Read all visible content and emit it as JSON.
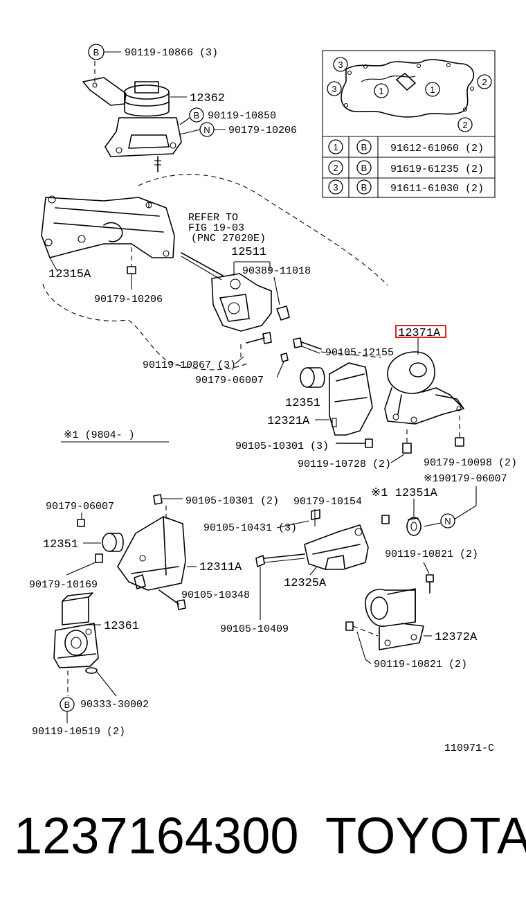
{
  "diagram": {
    "highlight_color": "#e0201b",
    "figure_code": "110971-C",
    "refer_note": [
      "REFER TO",
      "FIG 19-03",
      "(PNC 27020E)"
    ],
    "note_1": "※1 (9804-        )",
    "legend_table": {
      "rows": [
        {
          "num": "1",
          "letter": "B",
          "part": "91612-61060 (2)"
        },
        {
          "num": "2",
          "letter": "B",
          "part": "91619-61235 (2)"
        },
        {
          "num": "3",
          "letter": "B",
          "part": "91611-61030 (2)"
        }
      ],
      "inset_markers": [
        "3",
        "3",
        "1",
        "1",
        "2",
        "2"
      ]
    },
    "labels": {
      "l_90119_10866": "90119-10866 (3)",
      "l_12362": "12362",
      "l_90119_10850": "90119-10850",
      "l_90179_10206_top": "90179-10206",
      "l_12315A": "12315A",
      "l_12511": "12511",
      "l_90389_11018": "90389-11018",
      "l_90179_10206": "90179-10206",
      "l_12371A": "12371A",
      "l_90105_12155": "90105-12155",
      "l_90119_10867": "90119-10867 (3)",
      "l_90179_06007_a": "90179-06007",
      "l_12351_a": "12351",
      "l_12321A": "12321A",
      "l_90105_10301_a": "90105-10301 (3)",
      "l_90119_10728": "90119-10728 (2)",
      "l_90179_10098": "90179-10098 (2)",
      "l_190179_06007": "※190179-06007",
      "l_90179_06007_b": "90179-06007",
      "l_90105_10301_b": "90105-10301 (2)",
      "l_90179_10154": "90179-10154",
      "l_12351A": "※1 12351A",
      "l_90105_10431": "90105-10431 (3)",
      "l_12351_b": "12351",
      "l_12311A": "12311A",
      "l_90119_10821_a": "90119-10821 (2)",
      "l_90179_10169": "90179-10169",
      "l_12325A": "12325A",
      "l_90105_10348": "90105-10348",
      "l_12361": "12361",
      "l_90105_10409": "90105-10409",
      "l_12372A": "12372A",
      "l_90119_10821_b": "90119-10821 (2)",
      "l_90333_30002": "90333-30002",
      "l_90119_10519": "90119-10519 (2)"
    },
    "markers": {
      "m_b1": "B",
      "m_b2": "B",
      "m_n1": "N",
      "m_n2": "N",
      "m_b3": "B"
    }
  },
  "footer": {
    "part_number": "1237164300",
    "brand": "TOYOTA"
  }
}
